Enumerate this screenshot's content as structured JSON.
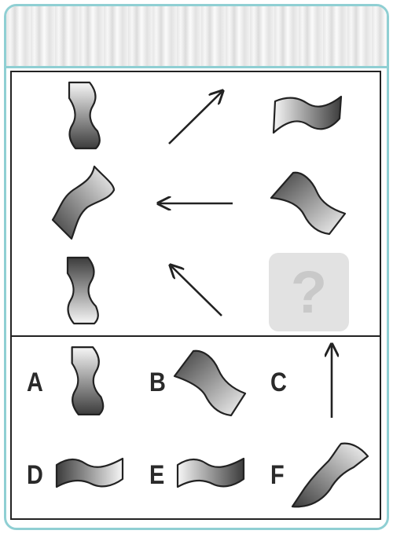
{
  "puzzle": {
    "colors": {
      "frame": "#8fcfd3",
      "ink": "#222222",
      "placeholder_bg": "#e2e2e2",
      "placeholder_mark": "#c9c9c9",
      "shape_light": "#f5f5f5",
      "shape_dark": "#3a3a3a"
    },
    "question_mark": "?",
    "grid": [
      [
        {
          "kind": "shape",
          "icon": "s-shape-vertical-icon"
        },
        {
          "kind": "arrow",
          "icon": "arrow-up-right-icon"
        },
        {
          "kind": "shape",
          "icon": "s-shape-horizontal-icon"
        }
      ],
      [
        {
          "kind": "shape",
          "icon": "s-shape-diagonal-icon"
        },
        {
          "kind": "arrow",
          "icon": "arrow-left-icon"
        },
        {
          "kind": "shape",
          "icon": "s-shape-diagonal-flipped-icon"
        }
      ],
      [
        {
          "kind": "shape",
          "icon": "s-shape-vertical-dark-top-icon"
        },
        {
          "kind": "arrow",
          "icon": "arrow-up-left-icon"
        },
        {
          "kind": "placeholder",
          "icon": "question-mark-icon"
        }
      ]
    ],
    "options": [
      {
        "letter": "A",
        "icon": "s-shape-vertical-dark-bottom-icon"
      },
      {
        "letter": "B",
        "icon": "s-shape-diagonal-flipped-icon"
      },
      {
        "letter": "C",
        "icon": "arrow-up-icon"
      },
      {
        "letter": "D",
        "icon": "wave-horizontal-icon"
      },
      {
        "letter": "E",
        "icon": "wave-horizontal-dark-left-icon"
      },
      {
        "letter": "F",
        "icon": "s-shape-diagonal-dark-bottom-icon"
      }
    ]
  }
}
